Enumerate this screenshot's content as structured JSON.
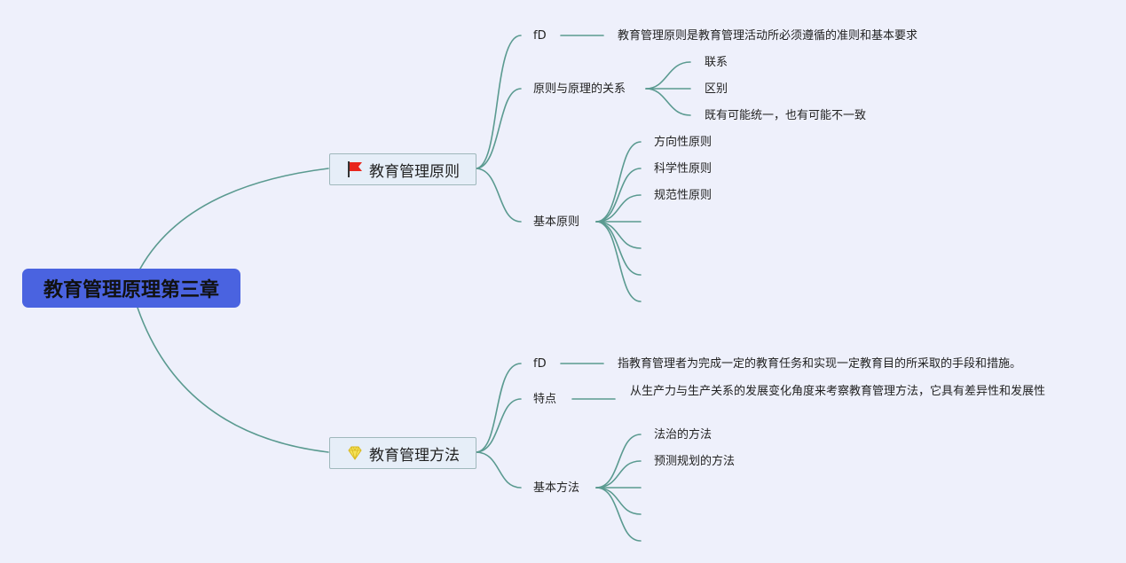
{
  "root": {
    "title": "教育管理原理第三章"
  },
  "topic1": {
    "title": "教育管理原则",
    "icon": "red-flag-icon",
    "definition": {
      "label": "fD",
      "text": "教育管理原则是教育管理活动所必须遵循的准则和基本要求"
    },
    "relation": {
      "label": "原则与原理的关系",
      "items": [
        "联系",
        "区别",
        "既有可能统一，也有可能不一致"
      ]
    },
    "basic": {
      "label": "基本原则",
      "items": [
        "方向性原则",
        "科学性原则",
        "规范性原则",
        "",
        "",
        "",
        ""
      ]
    }
  },
  "topic2": {
    "title": "教育管理方法",
    "icon": "gem-icon",
    "definition": {
      "label": "fD",
      "text": "指教育管理者为完成一定的教育任务和实现一定教育目的所采取的手段和措施。"
    },
    "feature": {
      "label": "特点",
      "text": "从生产力与生产关系的发展变化角度来考察教育管理方法，它具有差异性和发展性"
    },
    "basic": {
      "label": "基本方法",
      "items": [
        "法治的方法",
        "预测规划的方法",
        "",
        "",
        ""
      ]
    }
  },
  "colors": {
    "root": "#4a63e0",
    "link": "#5a9a90",
    "background": "#eef0fb"
  }
}
